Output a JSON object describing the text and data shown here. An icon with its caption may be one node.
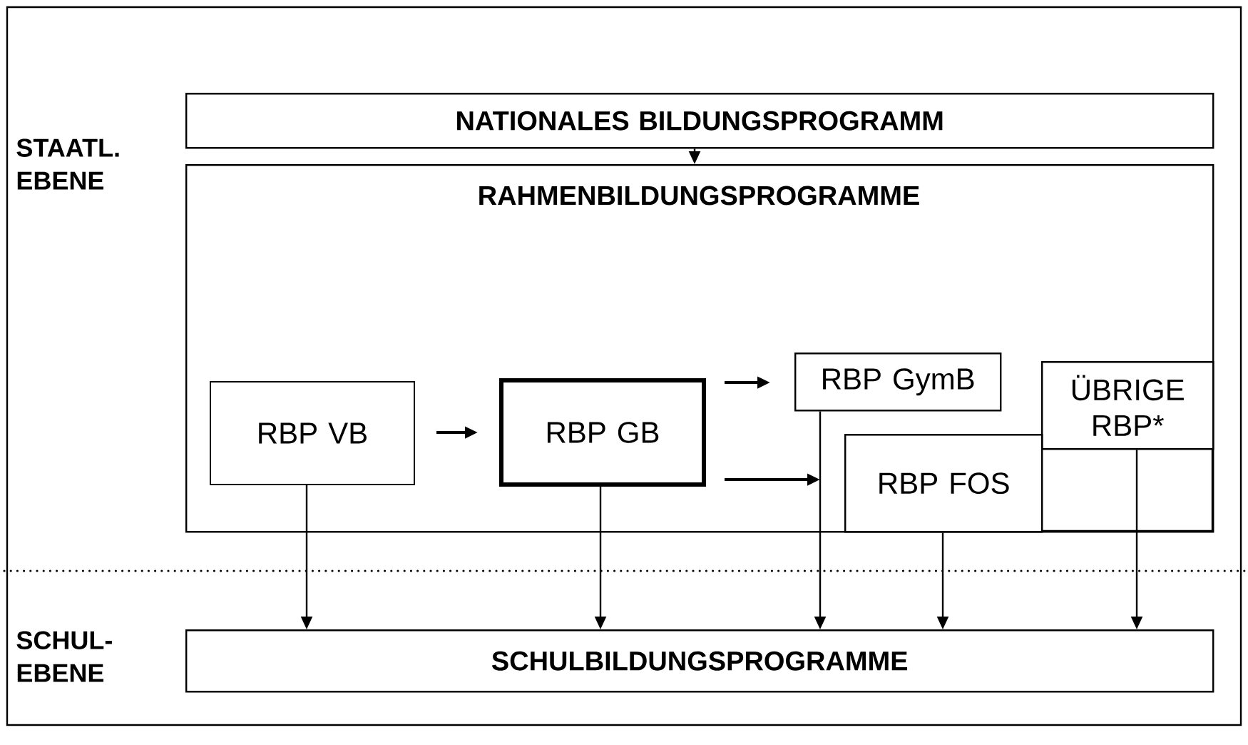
{
  "diagram": {
    "nodes": [
      {
        "text": [
          "NATIONALES BILDUNGSPROGRAMM"
        ]
      },
      {
        "text": [
          "RAHMENBILDUNGSPROGRAMME"
        ]
      },
      {
        "text": [
          "RBP VB"
        ],
        "in": 1
      },
      {
        "text": [
          "RBP GB"
        ],
        "in": 1
      },
      {
        "text": [
          "RBP GymB"
        ],
        "in": 1
      },
      {
        "text": [
          "ÜBRIGE RBP*"
        ],
        "in": 1
      },
      {
        "text": [
          "RBP FOS"
        ],
        "in": 1
      },
      {
        "text": [
          "SCHULBILDUNGSPROGRAMME"
        ]
      }
    ],
    "edges": [
      {
        "from": 0,
        "to": 1,
        "arrow": "to"
      },
      {
        "from": 2,
        "to": 3,
        "arrow": "to"
      },
      {
        "from": 3,
        "to": 4,
        "arrow": "to"
      },
      {
        "from": 3,
        "to": 6,
        "arrow": "to"
      },
      {
        "from": 2,
        "to": 7,
        "arrow": "to"
      },
      {
        "from": 3,
        "to": 7,
        "arrow": "to"
      },
      {
        "from": 4,
        "to": 7,
        "arrow": "to"
      },
      {
        "from": 6,
        "to": 7,
        "arrow": "to"
      },
      {
        "from": 5,
        "to": 7,
        "arrow": "to"
      }
    ],
    "labels": [
      "STAATL. EBENE",
      "SCHUL- EBENE"
    ]
  }
}
